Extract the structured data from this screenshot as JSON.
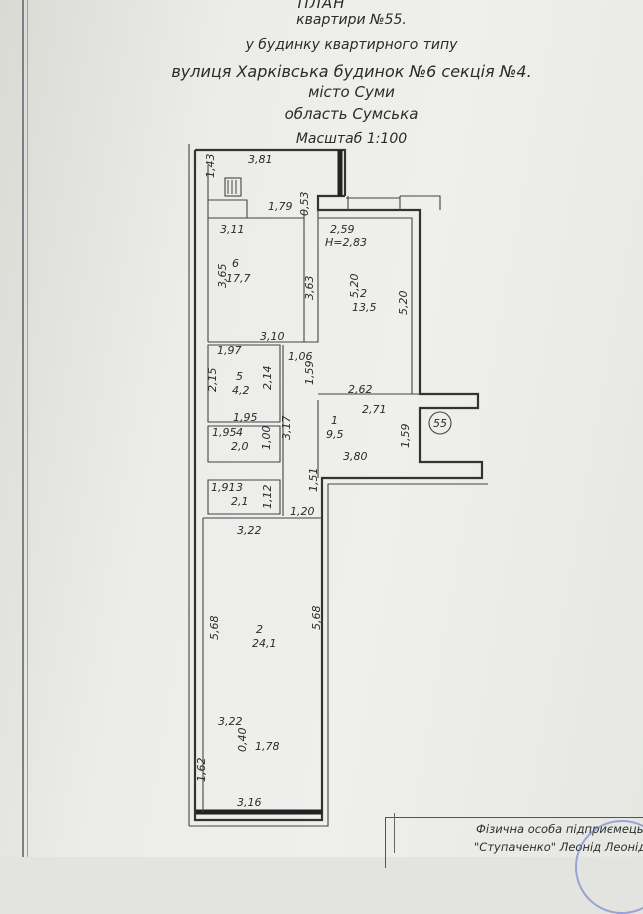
{
  "header": {
    "title": "ПЛАН",
    "apartment": "квартири №55.",
    "building_type": "у будинку квартирного типу",
    "address": "вулиця Харківська будинок №6 секція №4.",
    "city": "місто Суми",
    "region": "область Сумська",
    "scale": "Масштаб 1:100"
  },
  "plan": {
    "apartment_mark": "55",
    "height_note": "H=2,83",
    "rooms": [
      {
        "number": "6",
        "area": "17,7"
      },
      {
        "number": "2",
        "area": "13,5"
      },
      {
        "number": "5",
        "area": "4,2"
      },
      {
        "number": "4",
        "area": "2,0"
      },
      {
        "number": "1",
        "area": "9,5"
      },
      {
        "number": "3",
        "area": "2,1"
      },
      {
        "number": "2",
        "area": "24,1"
      }
    ],
    "dimensions": [
      "3,81",
      "1,43",
      "1,79",
      "0,53",
      "3,11",
      "2,59",
      "3,65",
      "3,63",
      "5,20",
      "5,20",
      "3,10",
      "1,97",
      "1,06",
      "2,15",
      "2,14",
      "1,59",
      "2,62",
      "2,71",
      "1,95",
      "3,17",
      "1,95",
      "1,00",
      "1,59",
      "3,80",
      "1,51",
      "1,91",
      "1,12",
      "1,20",
      "3,22",
      "5,68",
      "5,68",
      "3,22",
      "0,40",
      "1,78",
      "1,62",
      "3,16"
    ]
  },
  "stamp": {
    "line1": "Фізична особа підприємець",
    "line2": "\"Ступаченко\" Леонід Леонідович"
  }
}
